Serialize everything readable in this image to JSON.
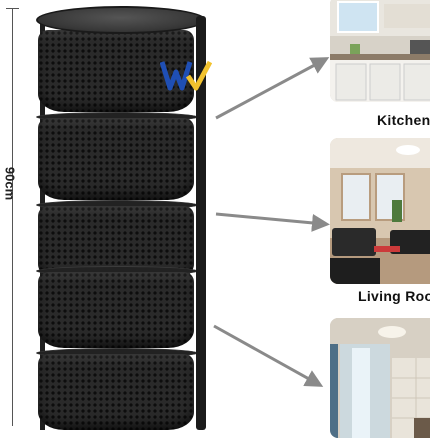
{
  "dimension": {
    "height_label": "90cm"
  },
  "rooms": [
    {
      "label": "Kitchen"
    },
    {
      "label": "Living Room"
    },
    {
      "label": ""
    }
  ],
  "basket_count": 5,
  "colors": {
    "product": "#1f1f1f",
    "arrow": "#8a8a8a",
    "logo_blue": "#1f4fb5",
    "logo_yellow": "#f2c22e"
  }
}
